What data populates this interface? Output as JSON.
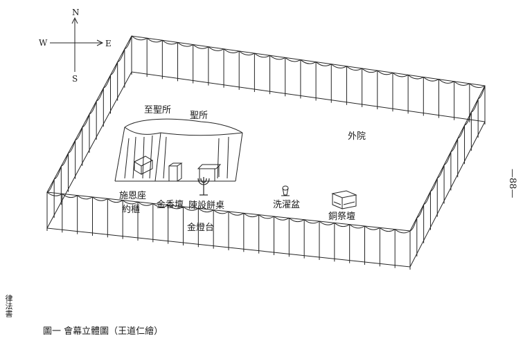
{
  "compass": {
    "north": "N",
    "south": "S",
    "east": "E",
    "west": "W"
  },
  "labels": {
    "holy_of_holies": "至聖所",
    "holy_place": "聖所",
    "outer_court": "外院",
    "mercy_seat": "施恩座",
    "ark": "約櫃",
    "incense_altar": "金香壇",
    "showbread_table": "陳設餅桌",
    "lampstand": "金燈台",
    "laver": "洗濯盆",
    "bronze_altar": "銅祭壇"
  },
  "page_number": "—88—",
  "side_label": "律法書",
  "caption": "圖一  會幕立體圖（王道仁繪）"
}
